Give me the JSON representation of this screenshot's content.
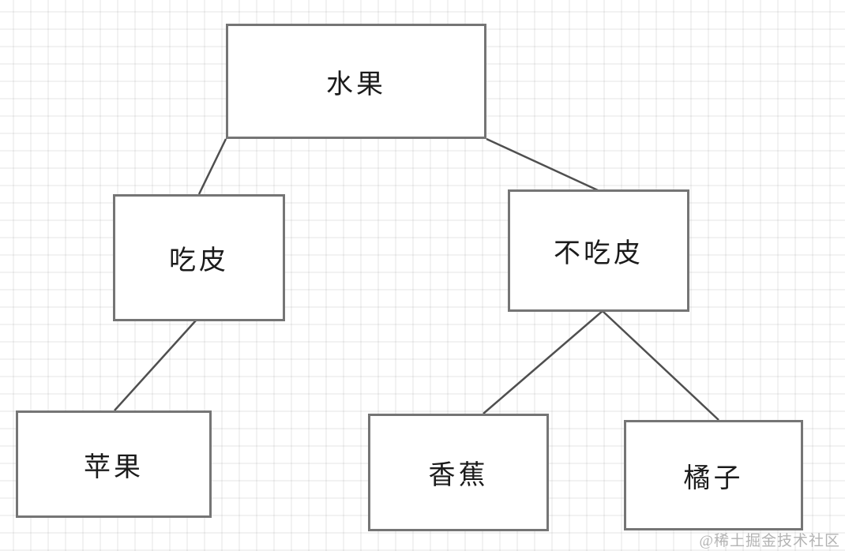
{
  "diagram": {
    "type": "tree",
    "nodes": {
      "root": {
        "label": "水果"
      },
      "eat_skin": {
        "label": "吃皮"
      },
      "no_eat": {
        "label": "不吃皮"
      },
      "apple": {
        "label": "苹果"
      },
      "banana": {
        "label": "香蕉"
      },
      "orange": {
        "label": "橘子"
      }
    },
    "edges": [
      {
        "from": "水果",
        "to": "吃皮"
      },
      {
        "from": "水果",
        "to": "不吃皮"
      },
      {
        "from": "吃皮",
        "to": "苹果"
      },
      {
        "from": "不吃皮",
        "to": "香蕉"
      },
      {
        "from": "不吃皮",
        "to": "橘子"
      }
    ],
    "style": {
      "box_border_color": "#757575",
      "edge_color": "#4f4f4f",
      "grid_color": "#f2f2f2",
      "background": "#ffffff",
      "text_color": "#1b1b1b"
    }
  },
  "watermark": {
    "text": "@稀土掘金技术社区"
  }
}
